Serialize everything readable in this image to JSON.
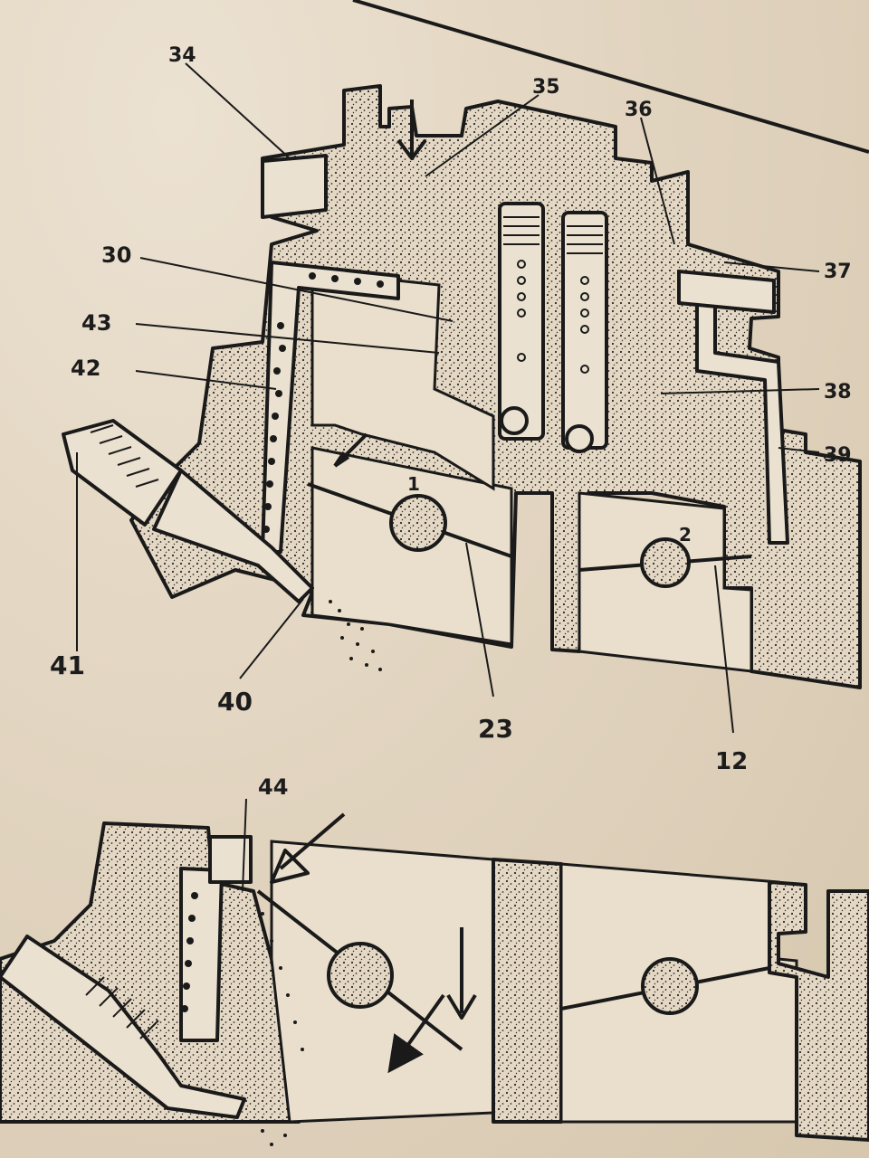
{
  "figure": {
    "top_labels": [
      "34",
      "35",
      "36",
      "37",
      "30",
      "43",
      "42",
      "38",
      "39",
      "1",
      "2",
      "41",
      "40",
      "23",
      "12"
    ],
    "bottom_labels": [
      "44"
    ]
  },
  "colors": {
    "paper": "#e3d6c2",
    "ink": "#1a1a1a",
    "stipple": "#d8c8ad"
  }
}
